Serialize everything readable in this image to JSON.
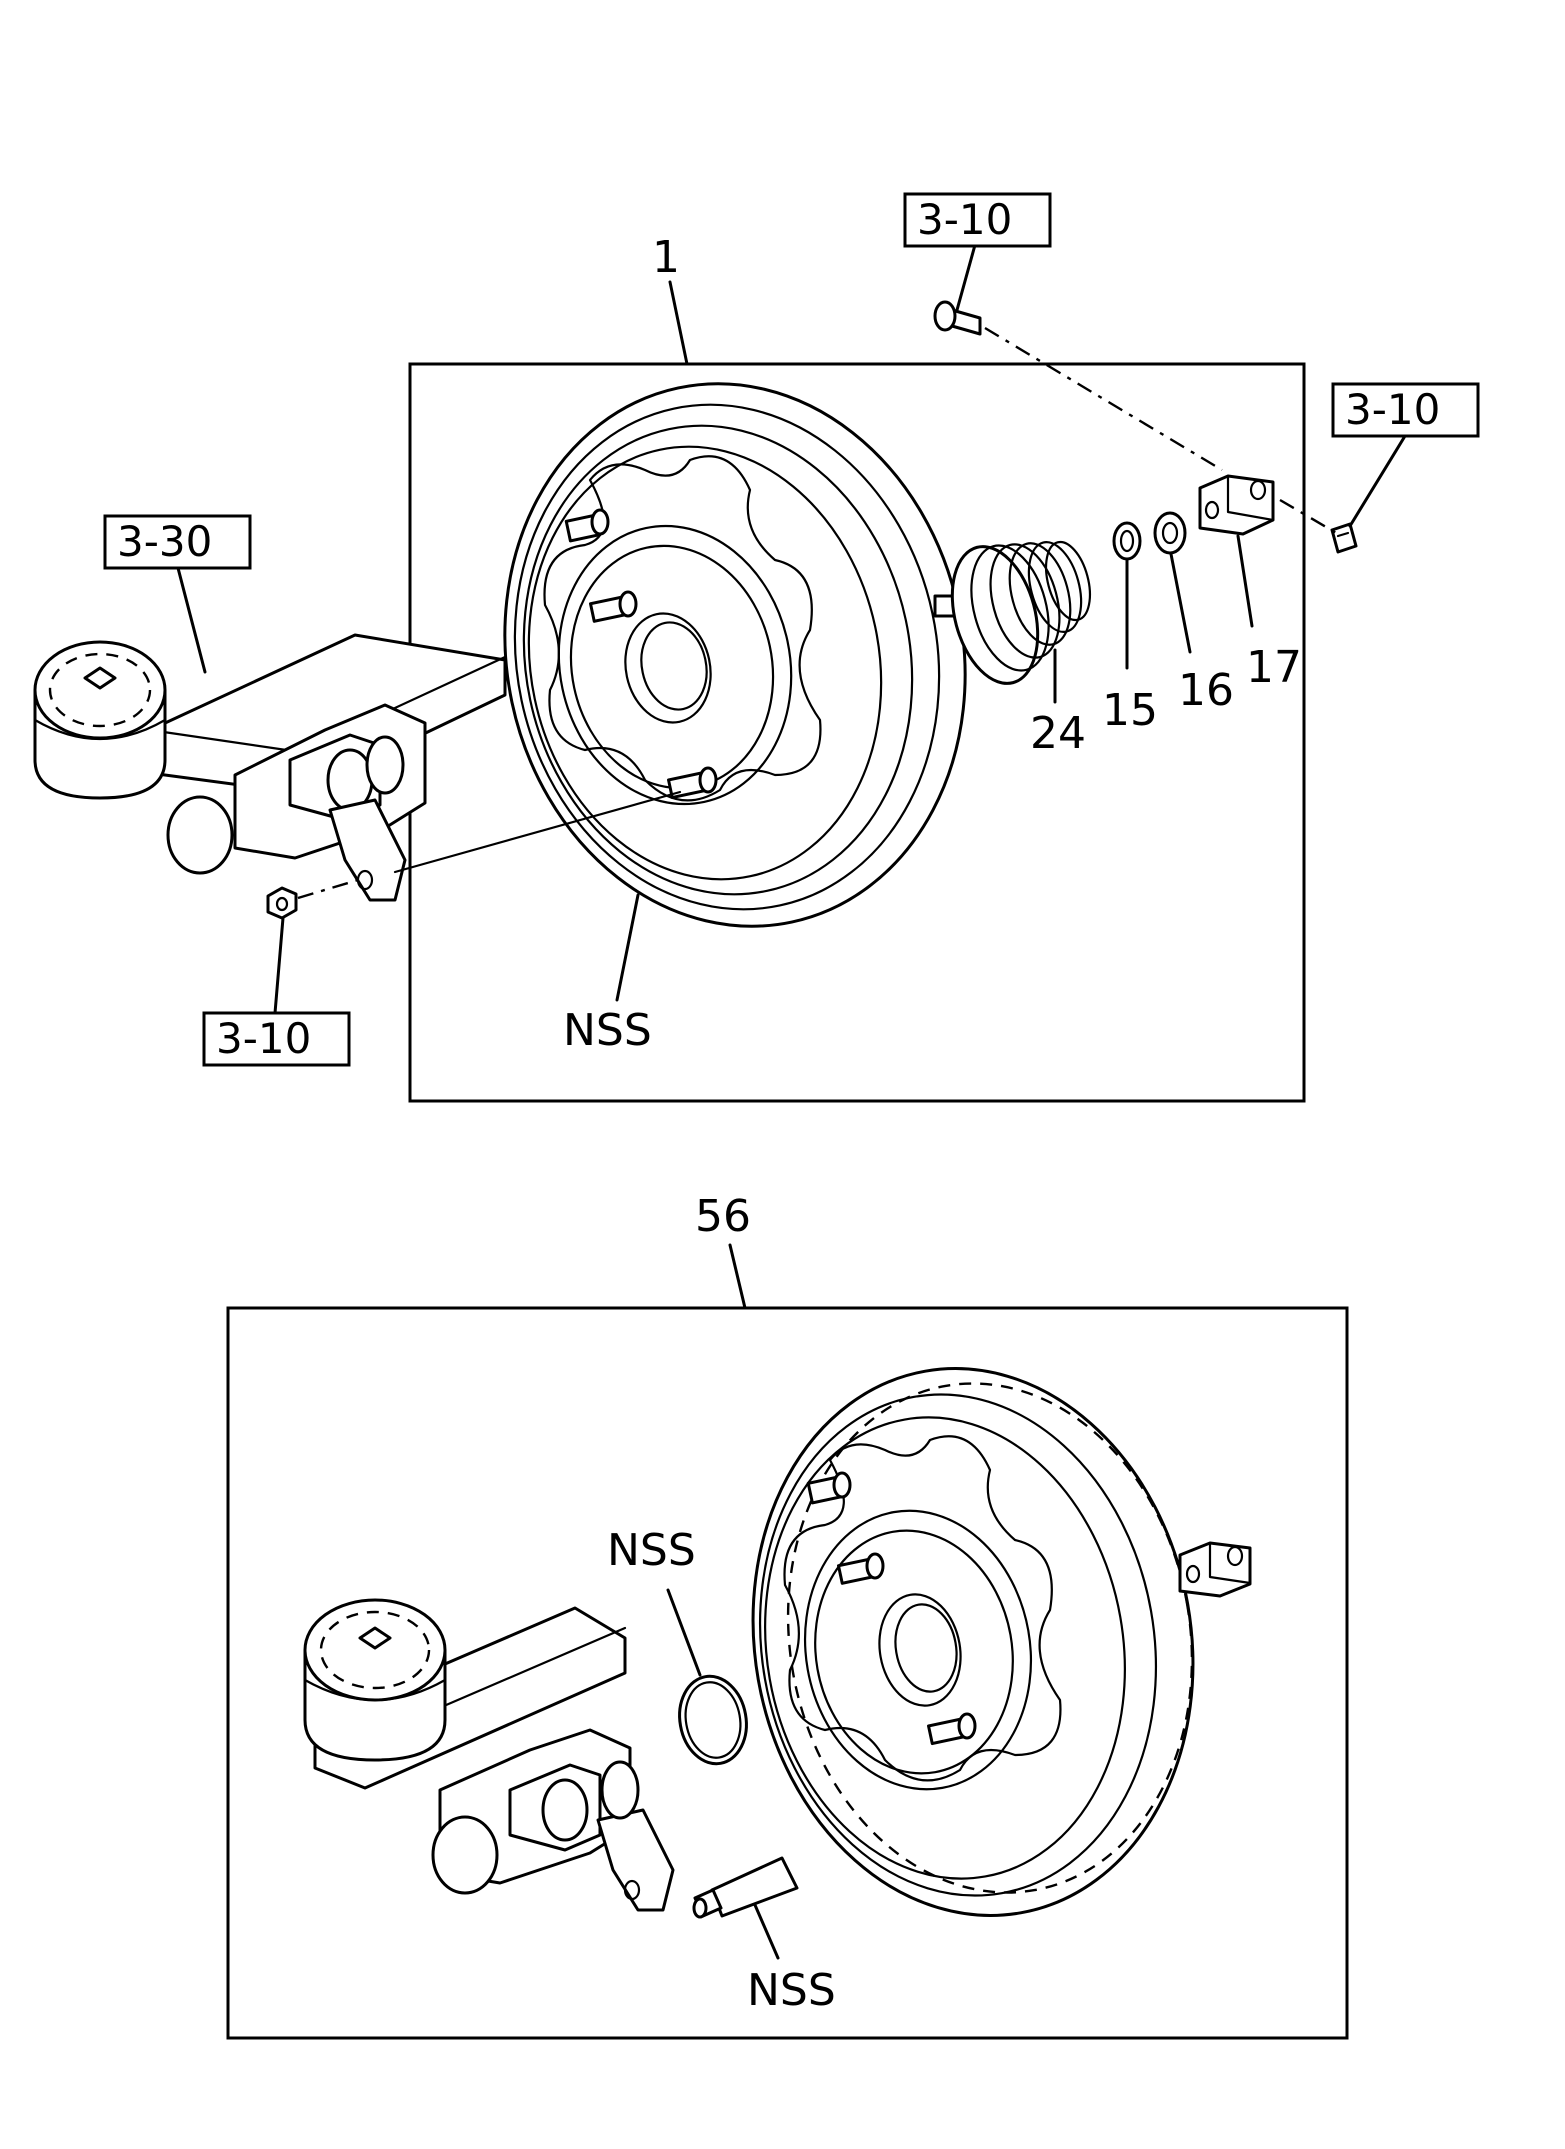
{
  "diagram": {
    "upper_assembly": {
      "callout": "1",
      "ref_top": "3-10",
      "ref_right": "3-10",
      "ref_master": "3-30",
      "ref_nut": "3-10",
      "part_24": "24",
      "part_15": "15",
      "part_16": "16",
      "part_17": "17",
      "nss": "NSS"
    },
    "lower_assembly": {
      "callout": "56",
      "nss_oring": "NSS",
      "nss_grease": "NSS"
    }
  }
}
